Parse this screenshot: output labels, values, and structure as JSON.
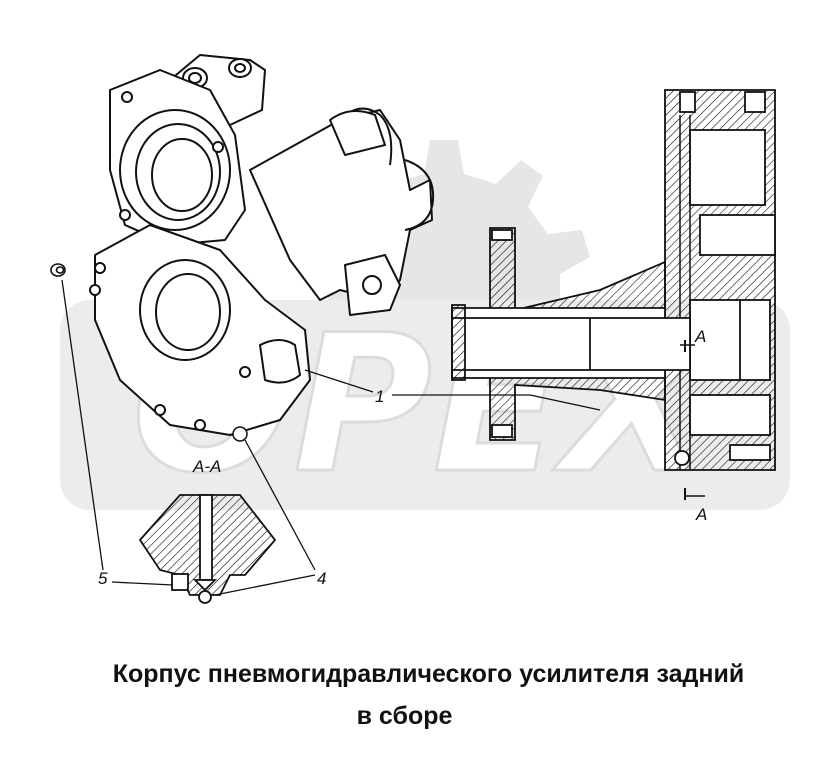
{
  "labels": {
    "part_1": "1",
    "part_4": "4",
    "part_5": "5",
    "section_title": "А-А",
    "section_mark_top": "А",
    "section_mark_bottom": "А"
  },
  "caption": {
    "line1": "Корпус пневмогидравлического усилителя задний",
    "line2": "в сборе"
  },
  "colors": {
    "line": "#111111",
    "watermark": "#e6e6e6",
    "background": "#ffffff"
  }
}
